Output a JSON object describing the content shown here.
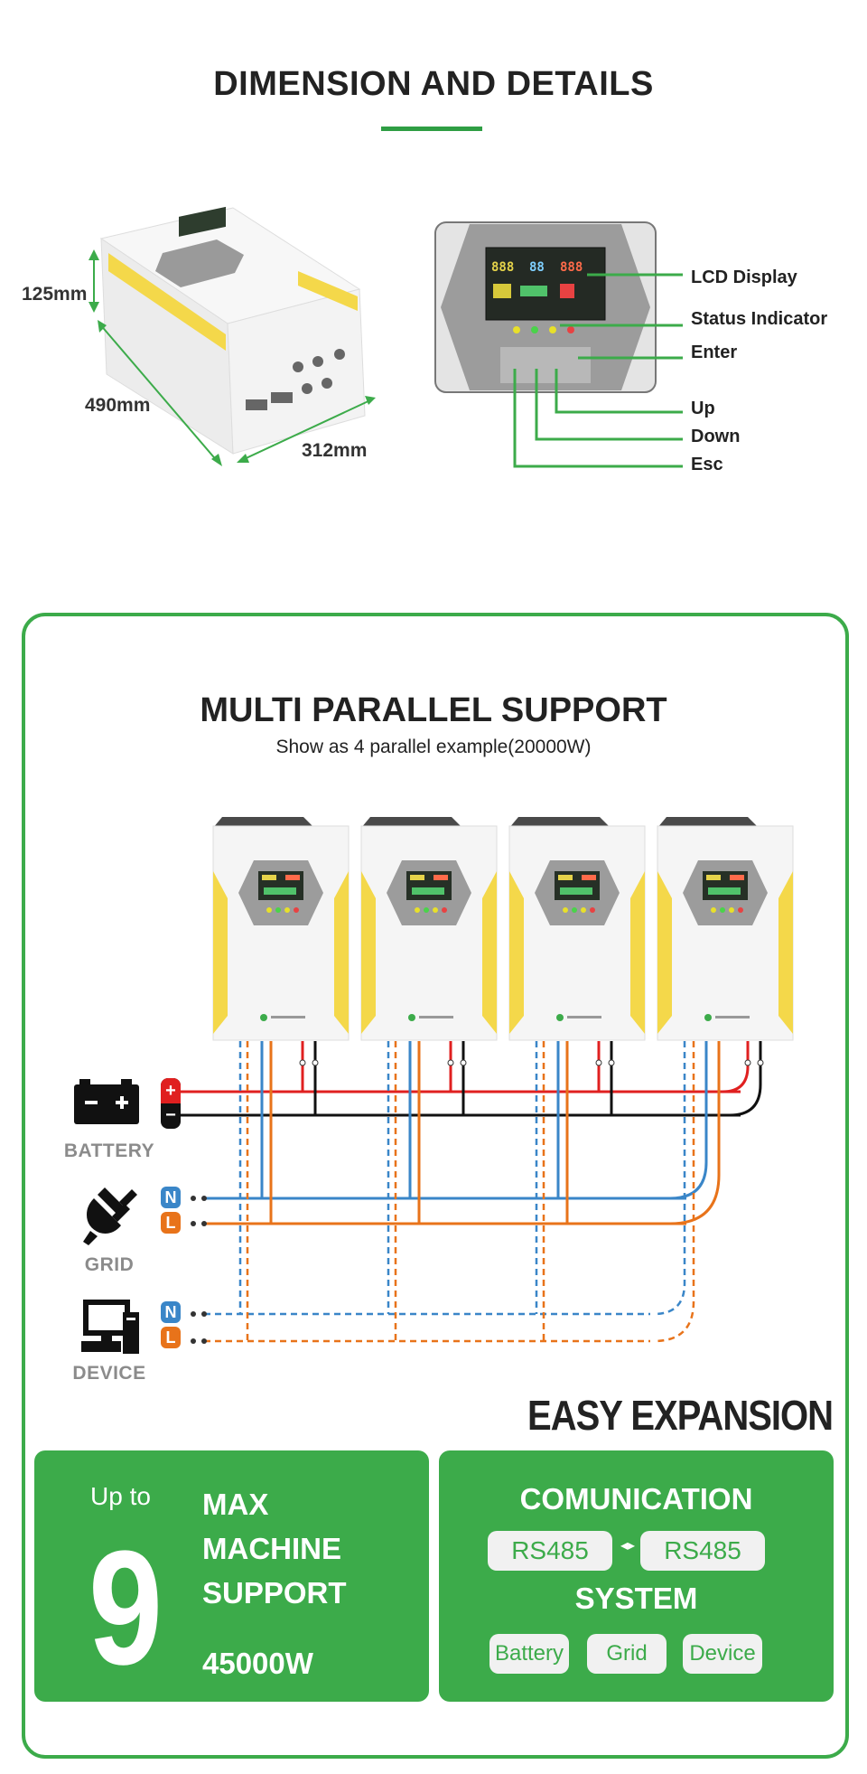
{
  "header": {
    "title": "DIMENSION AND DETAILS"
  },
  "dimensions": {
    "height": "125mm",
    "depth": "490mm",
    "width": "312mm"
  },
  "panel_callouts": [
    "LCD Display",
    "Status Indicator",
    "Enter",
    "Up",
    "Down",
    "Esc"
  ],
  "parallel": {
    "title": "MULTI PARALLEL SUPPORT",
    "subtitle": "Show as 4 parallel example(20000W)",
    "unit_count": 4,
    "battery": {
      "label": "BATTERY",
      "plus": "+",
      "minus": "−"
    },
    "grid": {
      "label": "GRID",
      "n": "N",
      "l": "L"
    },
    "device": {
      "label": "DEVICE",
      "n": "N",
      "l": "L"
    },
    "wire_colors": {
      "positive": "#e02020",
      "negative": "#111111",
      "neutral": "#3a86c8",
      "line": "#e8731a"
    }
  },
  "expansion": {
    "heading": "EASY EXPANSION",
    "left_card": {
      "up_to": "Up to",
      "number": "9",
      "lines": [
        "MAX",
        "MACHINE",
        "SUPPORT"
      ],
      "power": "45000W"
    },
    "right_card": {
      "communication": "COMUNICATION",
      "rs_left": "RS485",
      "rs_right": "RS485",
      "arrow": "◂▸",
      "system": "SYSTEM",
      "items": [
        "Battery",
        "Grid",
        "Device"
      ]
    }
  },
  "colors": {
    "accent_green": "#3cab4a",
    "yellow_accent": "#f4d84a"
  }
}
